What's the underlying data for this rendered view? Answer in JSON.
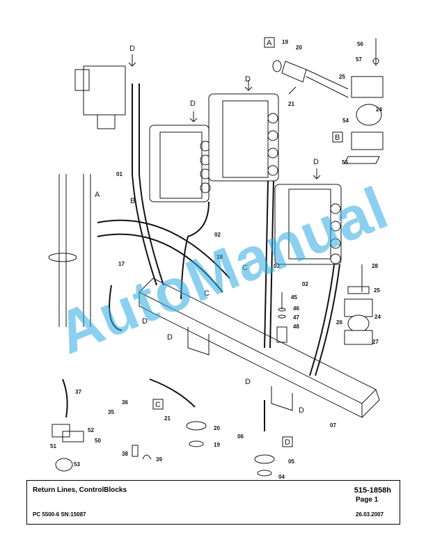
{
  "views": {
    "a": "A",
    "b": "B",
    "c": "C",
    "d": "D"
  },
  "parts": {
    "p01": "01",
    "p02": "02",
    "p03": "03",
    "p04": "04",
    "p05": "05",
    "p06": "06",
    "p07": "07",
    "p17": "17",
    "p18": "18",
    "p19": "19",
    "p20": "20",
    "p21": "21",
    "p24": "24",
    "p25": "25",
    "p26": "26",
    "p27": "27",
    "p28": "28",
    "p35": "35",
    "p36": "36",
    "p37": "37",
    "p38": "38",
    "p39": "39",
    "p45": "45",
    "p46": "46",
    "p47": "47",
    "p48": "48",
    "p50": "50",
    "p51": "51",
    "p52": "52",
    "p53": "53",
    "p54": "54",
    "p55": "55",
    "p56": "56",
    "p57": "57"
  },
  "watermark": "AutoManual",
  "title_block": {
    "title": "Return Lines, ControlBlocks",
    "doc_number": "515-1858h",
    "page": "Page 1",
    "model": "PC 5500-6 SN:15087",
    "date": "26.03.2007"
  }
}
